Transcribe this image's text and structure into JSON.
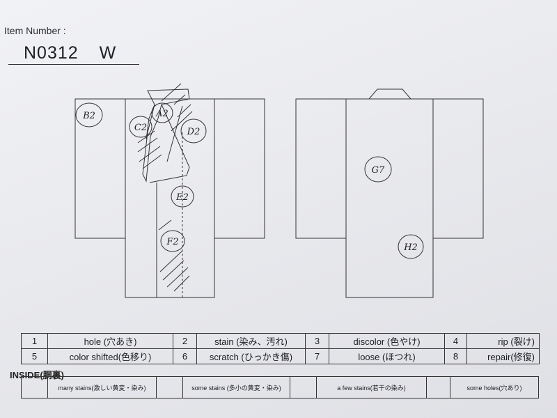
{
  "header": {
    "item_number_label": "Item Number :",
    "item_code": "N0312",
    "item_suffix": "W"
  },
  "markers": {
    "front": [
      "B2",
      "A2",
      "C2",
      "D2",
      "E2",
      "F2"
    ],
    "back": [
      "G7",
      "H2"
    ]
  },
  "legend": [
    {
      "num": "1",
      "label": "hole (穴あき)",
      "num2": "2",
      "label2": "stain (染み、汚れ)",
      "num3": "3",
      "label3": "discolor (色やけ)",
      "num4": "4",
      "label4": "rip (裂け)"
    },
    {
      "num": "5",
      "label": "color shifted(色移り)",
      "num2": "6",
      "label2": "scratch (ひっかき傷)",
      "num3": "7",
      "label3": "loose (ほつれ)",
      "num4": "8",
      "label4": "repair(修復)"
    }
  ],
  "inside": {
    "title": "INSIDE(胴裏)",
    "options": [
      "many stains(激しい黄変・染み)",
      "some stains (多小の黄変・染み)",
      "a few stains(若干の染み)",
      "some holes(穴あり)"
    ]
  }
}
